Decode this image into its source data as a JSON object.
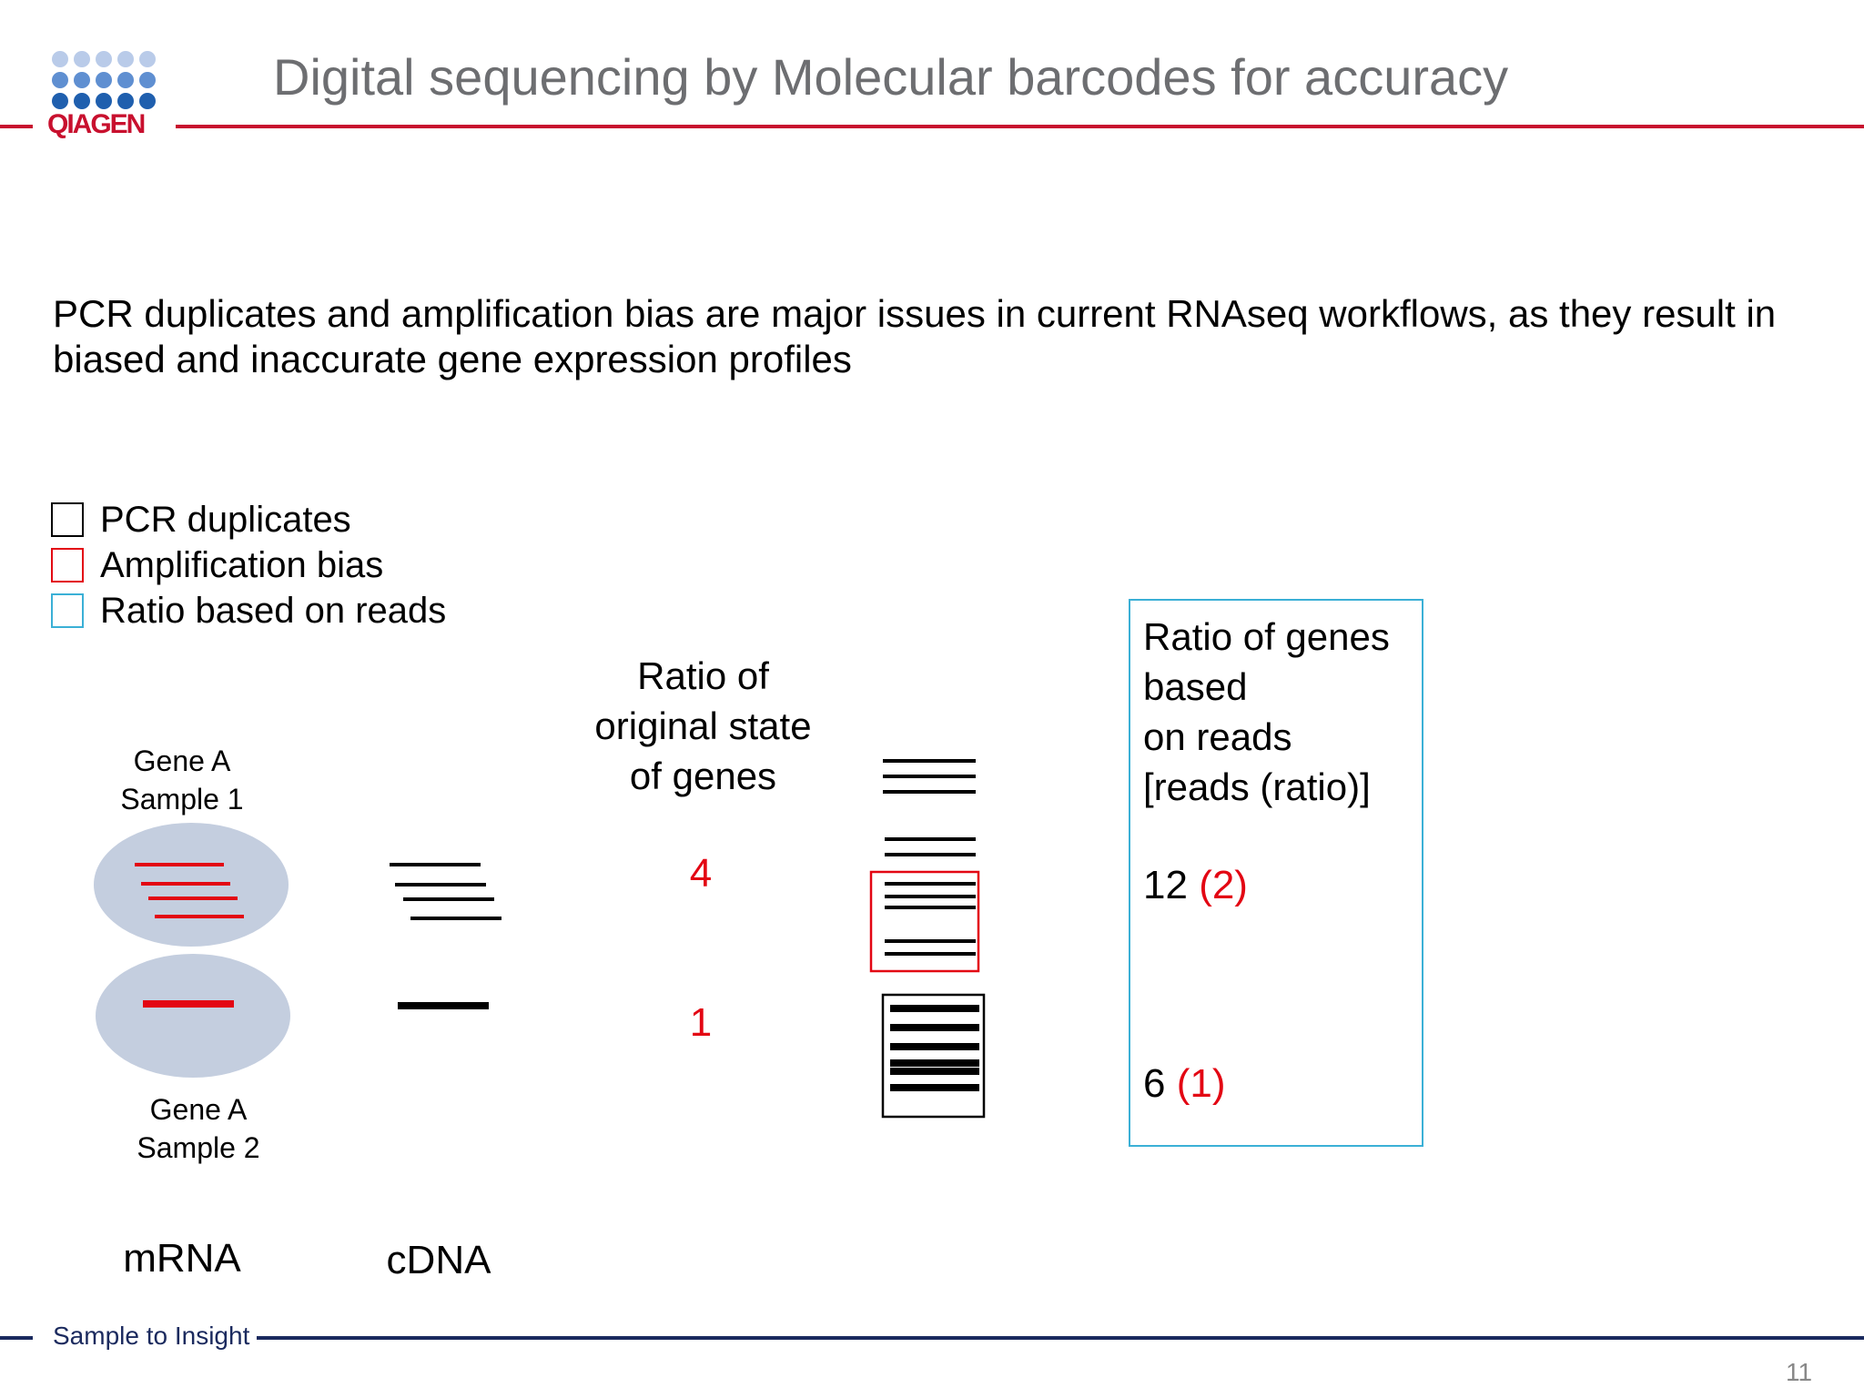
{
  "header": {
    "title": "Digital sequencing by Molecular barcodes for accuracy",
    "logo_text": "QIAGEN",
    "colors": {
      "brand_red": "#c8102e",
      "logo_blue": "#1f5fae",
      "navy": "#1b2a5e"
    }
  },
  "intro": "PCR duplicates and amplification bias are major issues in current RNAseq workflows, as they result in biased and inaccurate gene expression profiles",
  "legend": [
    {
      "label": "PCR duplicates",
      "color": "#000000"
    },
    {
      "label": "Amplification bias",
      "color": "#e30613"
    },
    {
      "label": "Ratio based on reads",
      "color": "#3bb0d6"
    }
  ],
  "diagram": {
    "gene1_label_line1": "Gene A",
    "gene1_label_line2": "Sample 1",
    "gene2_label_line1": "Gene A",
    "gene2_label_line2": "Sample 2",
    "mrna_label": "mRNA",
    "cdna_label": "cDNA",
    "ratio_heading_line1": "Ratio of",
    "ratio_heading_line2": "original state",
    "ratio_heading_line3": "of genes",
    "ratio_value_1": "4",
    "ratio_value_2": "1",
    "reads_box_line1": "Ratio of genes",
    "reads_box_line2": "based",
    "reads_box_line3": "on reads",
    "reads_box_line4": "[reads (ratio)]",
    "reads_1_count": "12",
    "reads_1_ratio": "(2)",
    "reads_2_count": "6",
    "reads_2_ratio": "(1)"
  },
  "footer": {
    "tagline": "Sample to Insight",
    "page_number": "11"
  }
}
